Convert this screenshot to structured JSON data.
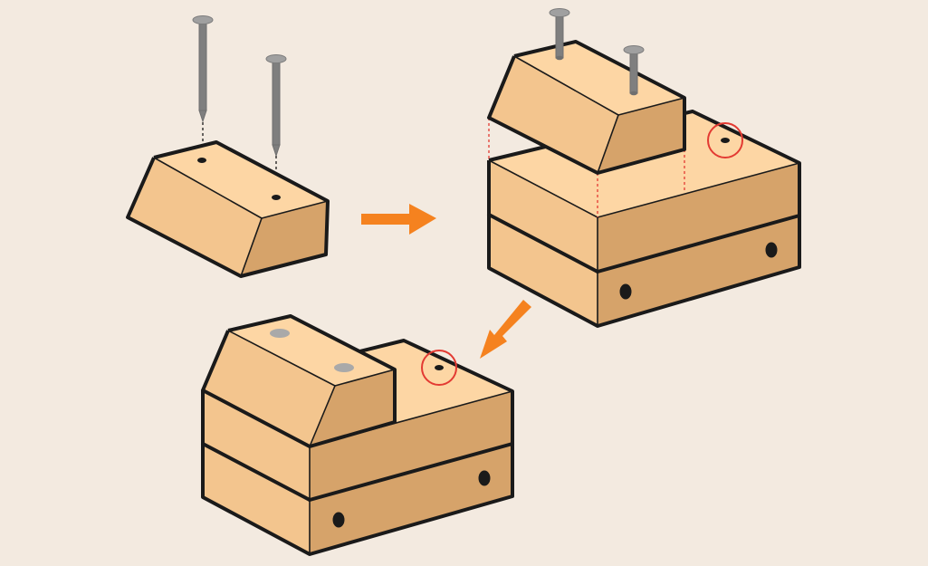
{
  "diagram": {
    "steps": [
      {
        "id": "step-1",
        "description_visible_text": ""
      },
      {
        "id": "step-2",
        "description_visible_text": ""
      },
      {
        "id": "step-3",
        "description_visible_text": ""
      }
    ]
  },
  "colors": {
    "background": "#F3EAE0",
    "wood_top": "#FDD6A4",
    "wood_left": "#F3C58E",
    "wood_right": "#D6A36A",
    "outline": "#1A1A1A",
    "nail": "#7F7F7F",
    "nail_head": "#A0A0A0",
    "nail_head_flush": "#A9A9A9",
    "highlight_circle": "#E33A32",
    "guide_dashed_red": "#E33A32",
    "guide_dashed_black": "#1A1A1A",
    "arrow": "#F5821F",
    "hole": "#1A1A1A"
  },
  "icons": {
    "nail": "nail-icon",
    "arrow_right": "arrow-right-icon",
    "arrow_down_left": "arrow-down-left-icon"
  }
}
